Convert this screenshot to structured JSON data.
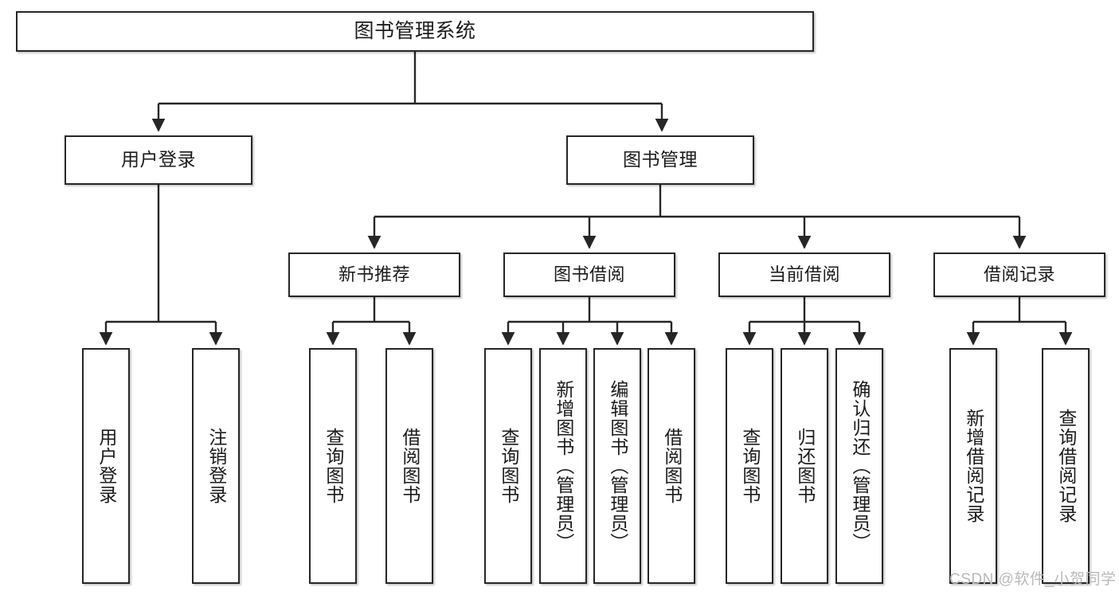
{
  "diagram": {
    "type": "tree-hierarchy",
    "title": "图书管理系统",
    "orientation": "top-down",
    "colors": {
      "box_border": "#262626",
      "box_fill": "#ffffff",
      "edge": "#262626",
      "text": "#1b1b1b",
      "watermark": "#b9b9b9",
      "background": "#ffffff"
    }
  },
  "root": {
    "label": "图书管理系统"
  },
  "level2": [
    {
      "label": "用户登录"
    },
    {
      "label": "图书管理"
    }
  ],
  "level3": [
    {
      "label": "新书推荐"
    },
    {
      "label": "图书借阅"
    },
    {
      "label": "当前借阅"
    },
    {
      "label": "借阅记录"
    }
  ],
  "leaves": {
    "user_login": [
      {
        "label": "用户登录"
      },
      {
        "label": "注销登录"
      }
    ],
    "new_book_recommend": [
      {
        "label": "查询图书"
      },
      {
        "label": "借阅图书"
      }
    ],
    "book_borrow": [
      {
        "label": "查询图书"
      },
      {
        "label": "新增图书（管理员）"
      },
      {
        "label": "编辑图书（管理员）"
      },
      {
        "label": "借阅图书"
      }
    ],
    "current_borrow": [
      {
        "label": "查询图书"
      },
      {
        "label": "归还图书"
      },
      {
        "label": "确认归还（管理员）"
      }
    ],
    "borrow_records": [
      {
        "label": "新增借阅记录"
      },
      {
        "label": "查询借阅记录"
      }
    ]
  },
  "watermark": {
    "text": "CSDN @软件_小贺同学"
  }
}
